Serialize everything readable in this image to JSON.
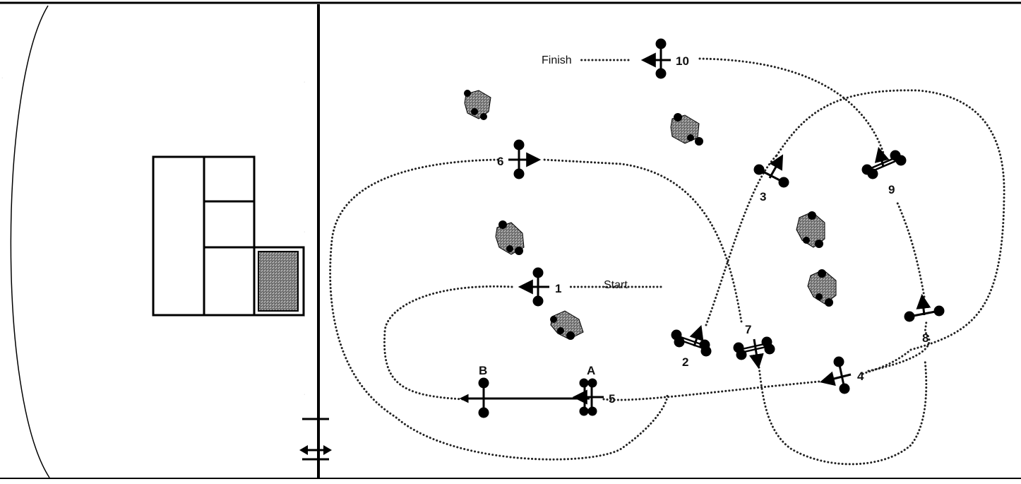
{
  "labels": {
    "finish": "Finish",
    "start": "Start",
    "point_a": "A",
    "point_b": "B"
  },
  "stations": [
    "1",
    "2",
    "3",
    "4",
    "5",
    "6",
    "7",
    "8",
    "9",
    "10"
  ],
  "colors": {
    "line": "#000000",
    "path": "#222222",
    "hatch_fill": "#9a9a9a",
    "background": "#ffffff"
  }
}
